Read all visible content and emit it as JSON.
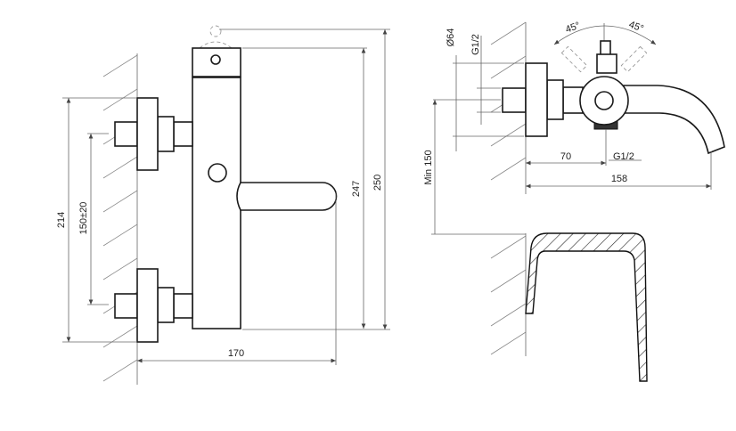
{
  "front_view": {
    "dim_214": "214",
    "dim_150": "150±20",
    "dim_170": "170",
    "dim_247": "247",
    "dim_250": "250"
  },
  "side_view": {
    "dim_diameter": "Ø64",
    "dim_thread_top": "G1/2",
    "dim_min_height": "Min 150",
    "dim_70": "70",
    "dim_thread_bottom": "G1/2",
    "dim_158": "158",
    "angle_left": "45°",
    "angle_right": "45°"
  }
}
